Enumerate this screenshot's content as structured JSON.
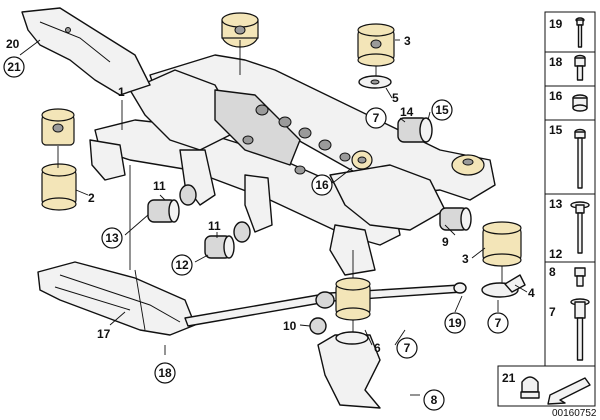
{
  "diagram": {
    "callouts": {
      "c20": "20",
      "c21": "21",
      "c1": "1",
      "c2": "2",
      "c3a": "3",
      "c5": "5",
      "c7a": "7",
      "c14": "14",
      "c15": "15",
      "c16": "16",
      "c11a": "11",
      "c13": "13",
      "c11b": "11",
      "c12": "12",
      "c9": "9",
      "c3b": "3",
      "c4": "4",
      "c7b": "7",
      "c19": "19",
      "c10": "10",
      "c6": "6",
      "c7c": "7",
      "c17": "17",
      "c18": "18",
      "c8": "8"
    },
    "legend": {
      "items": [
        "19",
        "18",
        "16",
        "15",
        "13",
        "12",
        "8",
        "7",
        "21"
      ]
    },
    "doc_id": "00160752"
  }
}
